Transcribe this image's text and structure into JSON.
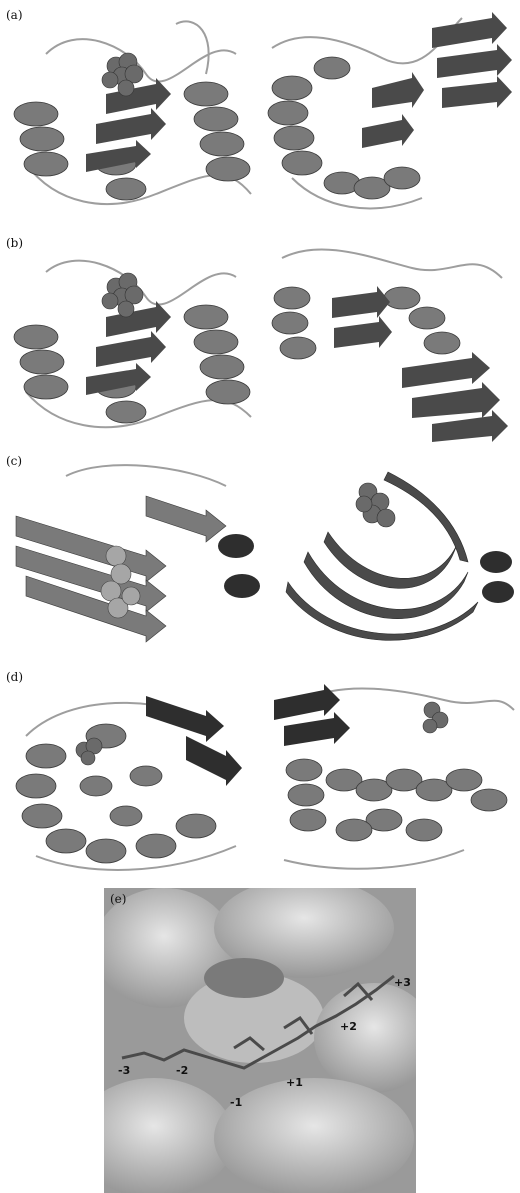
{
  "figure": {
    "panels": [
      {
        "label": "(a)"
      },
      {
        "label": "(b)"
      },
      {
        "label": "(c)"
      },
      {
        "label": "(d)"
      },
      {
        "label": "(e)"
      }
    ],
    "subsite_labels": [
      "-3",
      "-2",
      "-1",
      "+1",
      "+2",
      "+3"
    ],
    "colors": {
      "helix": "#7a7a7a",
      "strand": "#4a4a4a",
      "loop": "#9e9e9e",
      "ligand": "#6a6a6a",
      "surface": "#a9a9a9"
    }
  }
}
